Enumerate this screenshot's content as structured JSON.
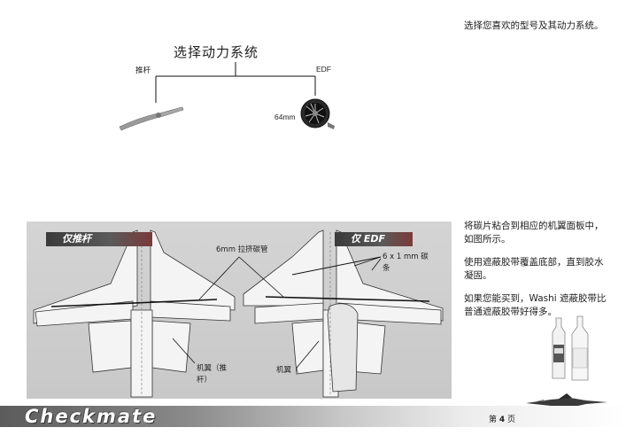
{
  "intro_text": "选择您喜欢的型号及其动力系统。",
  "power_selection": {
    "title": "选择动力系统",
    "prop_label": "推杆",
    "edf_label": "EDF",
    "edf_size": "64mm"
  },
  "wing_figure": {
    "prop_only_tag": "仅推杆",
    "edf_only_tag": "仅 EDF",
    "carbon_tube_label": "6mm 拉挤碳管",
    "carbon_strip_label": "6 x 1 mm 碳条",
    "wing_prop_label": "机翼（推杆）",
    "wing_edf_label": "机翼（"
  },
  "instructions": [
    "将碳片粘合到相应的机翼面板中，如图所示。",
    "使用遮蔽胶带覆盖底部，直到胶水凝固。",
    "如果您能买到，Washi 遮蔽胶带比普通遮蔽胶带好得多。"
  ],
  "footer": {
    "logo_text": "Checkmate",
    "page_prefix": "第",
    "page_number": "4",
    "page_suffix": "页"
  },
  "colors": {
    "panel_bg": "#cccccc",
    "tag_bg": "#444444",
    "line": "#111111"
  }
}
